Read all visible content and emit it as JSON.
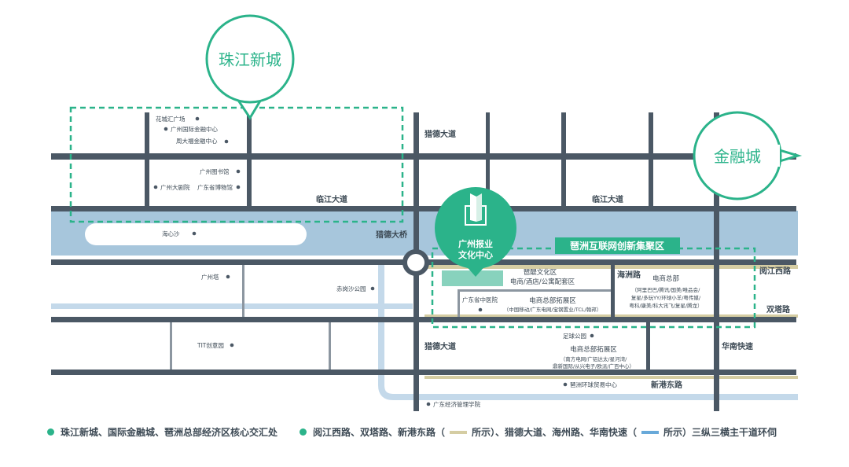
{
  "colors": {
    "road": "#4b5865",
    "river": "#a7c6dc",
    "teal": "#2bb38a",
    "beige": "#d5cda3",
    "blue_road": "#68a9d9",
    "label": "#3d4a55"
  },
  "bubbles": {
    "zhujiang": "珠江新城",
    "jinrong": "金融城"
  },
  "landmark": {
    "icon": "newspaper-tower-icon",
    "line1": "广州报业",
    "line2": "文化中心"
  },
  "zone_banner": "琶洲互联网创新集聚区",
  "roads": {
    "liede_top": "猎德大道",
    "linjiang_left": "临江大道",
    "linjiang_right": "临江大道",
    "liede_bridge": "猎德大桥",
    "liede_bottom": "猎德大道",
    "haizhou": "海洲路",
    "yuejiang": "阅江西路",
    "shuangta": "双塔路",
    "huanan": "华南快速",
    "xingang": "新港东路"
  },
  "pois": [
    {
      "name": "花城汇广场"
    },
    {
      "name": "广州国际金融中心"
    },
    {
      "name": "周大福金融中心"
    },
    {
      "name": "广州图书馆"
    },
    {
      "name": "广州大剧院"
    },
    {
      "name": "广东省博物馆"
    },
    {
      "name": "海心沙"
    },
    {
      "name": "广州塔"
    },
    {
      "name": "赤岗沙公园"
    },
    {
      "name": "TIT创意园"
    },
    {
      "name": "足球公园"
    },
    {
      "name": "琶洲环球贸易中心"
    },
    {
      "name": "广东经济管理学院"
    },
    {
      "name": "广东省中医院"
    }
  ],
  "districts": {
    "cultural": "琶醍文化区",
    "cultural_sub": "电商/酒店/公寓配套区",
    "ecom_expand1": "电商总部拓展区",
    "ecom_expand1_sub": "（中国移动/广东电网/宝钢置业/TCL/翰邦）",
    "ecom_hq": "电商总部",
    "ecom_hq_sub1": "（阿里巴巴/腾讯/国美/唯品会/",
    "ecom_hq_sub2": "复星/多玩YY/环球小羊/粤传媒/",
    "ecom_hq_sub3": "粤科/康美/科大讯飞/复星/腾龙）",
    "ecom_expand2": "电商总部拓展区",
    "ecom_expand2_sub1": "（南方电网/广铝达太/星河湾/",
    "ecom_expand2_sub2": "鼎新国际/从兴电子/欧派/广百中心）"
  },
  "legend": {
    "item1": "珠江新城、国际金融城、琶洲总部经济区核心交汇处",
    "item2_a": "阅江西路、双塔路、新港东路（",
    "item2_b": "所示）、猎德大道、海州路、华南快速（",
    "item2_c": "所示）三纵三横主干道环伺"
  }
}
